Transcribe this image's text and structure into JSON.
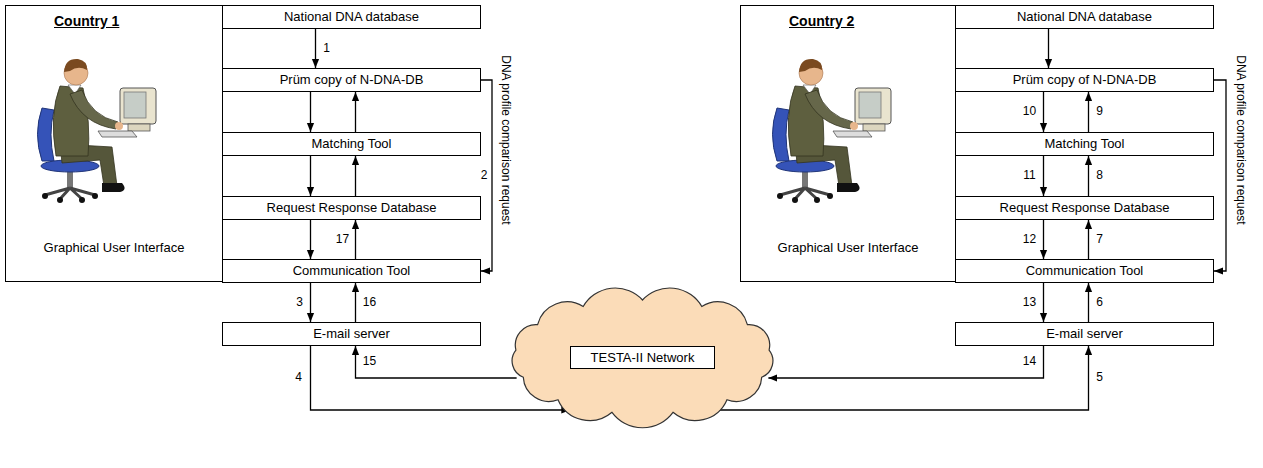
{
  "diagram": {
    "nodes": [
      {
        "text": [
          "Country 1",
          "Graphical User Interface"
        ]
      },
      {
        "text": [
          "National DNA database"
        ]
      },
      {
        "text": [
          "Prüm copy of N-DNA-DB"
        ]
      },
      {
        "text": [
          "Matching Tool"
        ]
      },
      {
        "text": [
          "Request Response Database"
        ]
      },
      {
        "text": [
          "Communication Tool"
        ]
      },
      {
        "text": [
          "E-mail server"
        ]
      },
      {
        "text": [
          "TESTA-II Network"
        ]
      },
      {
        "text": [
          "Country 2",
          "Graphical User Interface"
        ]
      },
      {
        "text": [
          "National DNA database"
        ]
      },
      {
        "text": [
          "Prüm copy of N-DNA-DB"
        ]
      },
      {
        "text": [
          "Matching Tool"
        ]
      },
      {
        "text": [
          "Request Response Database"
        ]
      },
      {
        "text": [
          "Communication Tool"
        ]
      },
      {
        "text": [
          "E-mail server"
        ]
      }
    ],
    "edges": [
      {
        "from": 1,
        "to": 2,
        "label": "1",
        "arrow": "to"
      },
      {
        "from": 2,
        "to": 3,
        "arrow": "to"
      },
      {
        "from": 3,
        "to": 2,
        "arrow": "to"
      },
      {
        "from": 3,
        "to": 4,
        "arrow": "to"
      },
      {
        "from": 4,
        "to": 3,
        "arrow": "to"
      },
      {
        "from": 4,
        "to": 5,
        "arrow": "to"
      },
      {
        "from": 5,
        "to": 4,
        "label": "17",
        "arrow": "to"
      },
      {
        "from": 2,
        "to": 5,
        "label": "2",
        "arrow": "to"
      },
      {
        "from": 5,
        "to": 6,
        "label": "3",
        "arrow": "to"
      },
      {
        "from": 6,
        "to": 5,
        "label": "16",
        "arrow": "to"
      },
      {
        "from": 6,
        "to": 7,
        "label": "4",
        "arrow": "to"
      },
      {
        "from": 7,
        "to": 6,
        "label": "15",
        "arrow": "to"
      },
      {
        "from": 7,
        "to": 14,
        "label": "5",
        "arrow": "to"
      },
      {
        "from": 14,
        "to": 13,
        "label": "6",
        "arrow": "to"
      },
      {
        "from": 13,
        "to": 12,
        "label": "7",
        "arrow": "to"
      },
      {
        "from": 12,
        "to": 11,
        "label": "8",
        "arrow": "to"
      },
      {
        "from": 11,
        "to": 10,
        "label": "9",
        "arrow": "to"
      },
      {
        "from": 10,
        "to": 11,
        "label": "10",
        "arrow": "to"
      },
      {
        "from": 11,
        "to": 12,
        "label": "11",
        "arrow": "to"
      },
      {
        "from": 12,
        "to": 13,
        "label": "12",
        "arrow": "to"
      },
      {
        "from": 13,
        "to": 14,
        "label": "13",
        "arrow": "to"
      },
      {
        "from": 14,
        "to": 7,
        "label": "14",
        "arrow": "to"
      },
      {
        "from": 9,
        "to": 10,
        "arrow": "to"
      },
      {
        "from": 10,
        "to": 13,
        "arrow": "to"
      }
    ],
    "labels": [
      "DNA profile comparison request",
      "DNA profile comparison request"
    ]
  }
}
